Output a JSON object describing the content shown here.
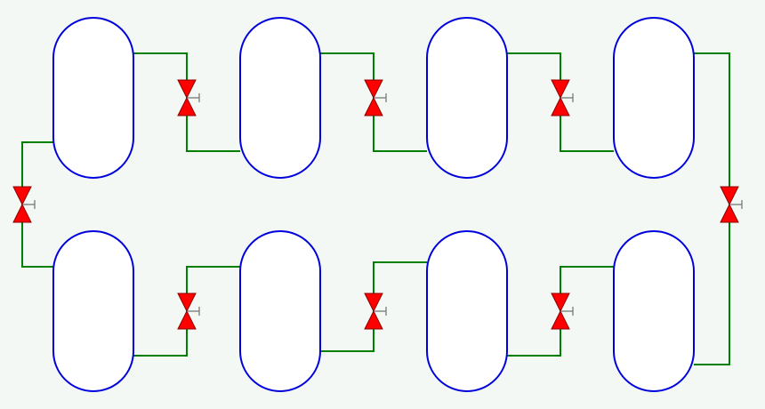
{
  "diagram": {
    "type": "process-flow",
    "colors": {
      "background": "#f4f8f4",
      "vessel_stroke": "#0000dd",
      "vessel_fill": "#ffffff",
      "pipe": "#008000",
      "valve_fill": "#ff0000",
      "valve_stem": "#707070"
    },
    "vessels": [
      {
        "id": "vessel-1",
        "row": "top"
      },
      {
        "id": "vessel-2",
        "row": "top"
      },
      {
        "id": "vessel-3",
        "row": "top"
      },
      {
        "id": "vessel-4",
        "row": "top"
      },
      {
        "id": "vessel-5",
        "row": "bottom"
      },
      {
        "id": "vessel-6",
        "row": "bottom"
      },
      {
        "id": "vessel-7",
        "row": "bottom"
      },
      {
        "id": "vessel-8",
        "row": "bottom"
      }
    ],
    "valves": [
      {
        "id": "valve-1",
        "between": [
          "vessel-1",
          "vessel-2"
        ]
      },
      {
        "id": "valve-2",
        "between": [
          "vessel-2",
          "vessel-3"
        ]
      },
      {
        "id": "valve-3",
        "between": [
          "vessel-3",
          "vessel-4"
        ]
      },
      {
        "id": "valve-4",
        "between": [
          "vessel-4",
          "vessel-8"
        ]
      },
      {
        "id": "valve-5",
        "between": [
          "vessel-5",
          "vessel-6"
        ]
      },
      {
        "id": "valve-6",
        "between": [
          "vessel-6",
          "vessel-7"
        ]
      },
      {
        "id": "valve-7",
        "between": [
          "vessel-7",
          "vessel-8"
        ]
      },
      {
        "id": "valve-8",
        "between": [
          "vessel-1",
          "vessel-5"
        ]
      }
    ]
  }
}
